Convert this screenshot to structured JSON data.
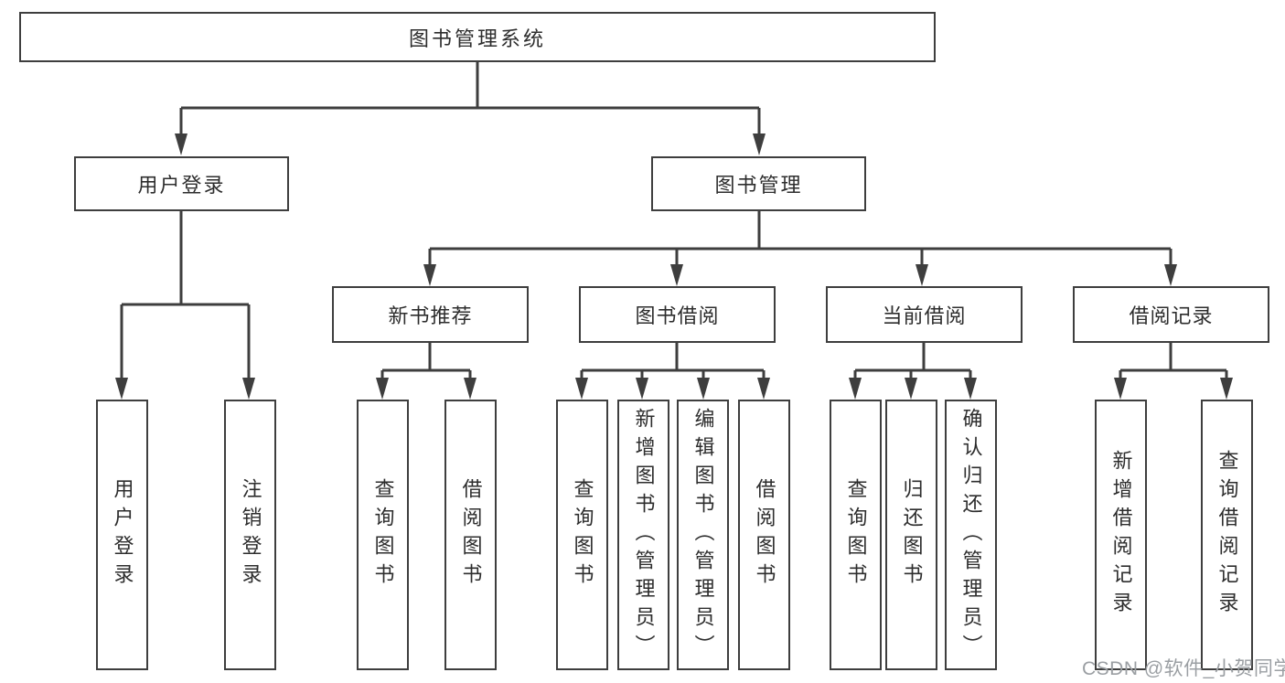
{
  "colors": {
    "background": "#ffffff",
    "line": "#3e3e3e",
    "box_border": "#3e3e3e",
    "text": "#2d2d2d",
    "watermark": "#9b9fa3"
  },
  "tree": {
    "root": {
      "label": "图书管理系统"
    },
    "user_login_branch": {
      "label": "用户登录",
      "children": [
        {
          "label": "用户登录"
        },
        {
          "label": "注销登录"
        }
      ]
    },
    "book_mgmt_branch": {
      "label": "图书管理",
      "children": [
        {
          "label": "新书推荐",
          "children": [
            {
              "label": "查询图书"
            },
            {
              "label": "借阅图书"
            }
          ]
        },
        {
          "label": "图书借阅",
          "children": [
            {
              "label": "查询图书"
            },
            {
              "label": "新增图书（管理员）"
            },
            {
              "label": "编辑图书（管理员）"
            },
            {
              "label": "借阅图书"
            }
          ]
        },
        {
          "label": "当前借阅",
          "children": [
            {
              "label": "查询图书"
            },
            {
              "label": "归还图书"
            },
            {
              "label": "确认归还（管理员）"
            }
          ]
        },
        {
          "label": "借阅记录",
          "children": [
            {
              "label": "新增借阅记录"
            },
            {
              "label": "查询借阅记录"
            }
          ]
        }
      ]
    }
  },
  "watermark": {
    "text": "CSDN @软件_小贺同学"
  }
}
